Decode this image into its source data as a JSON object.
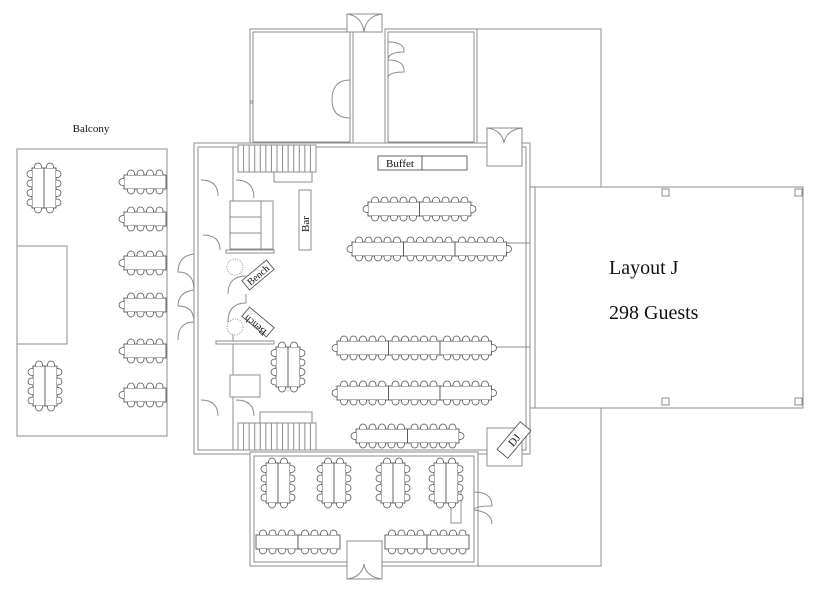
{
  "plan": {
    "layout_name": "Layout J",
    "guest_count": "298 Guests",
    "balcony_label": "Balcony",
    "buffet_label": "Buffet",
    "bar_label": "Bar",
    "bench_labels": [
      "Bench",
      "Bench"
    ],
    "dj_label": "DJ"
  },
  "colors": {
    "wall": "#8c8c8c",
    "furniture": "#555555",
    "text": "#111111",
    "background": "#ffffff"
  }
}
